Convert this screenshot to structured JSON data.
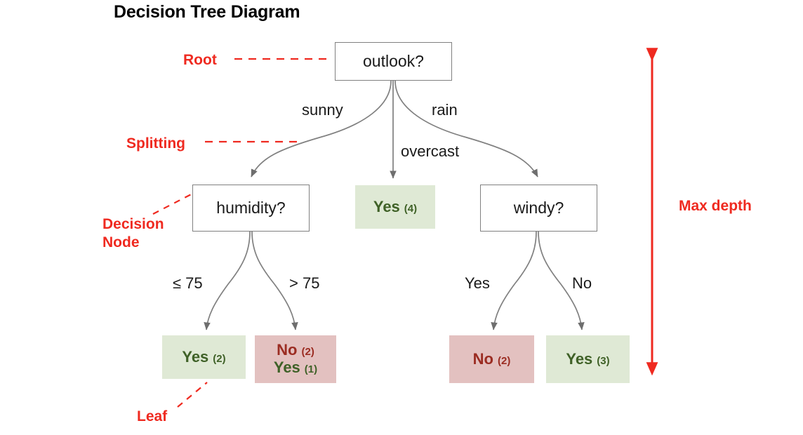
{
  "title": "Decision Tree Diagram",
  "colors": {
    "annotation_red": "#ef2a20",
    "leaf_green_bg": "#dfe9d5",
    "leaf_red_bg": "#e3c1c0",
    "yes_text": "#3f6127",
    "no_text": "#9b2c22",
    "node_border": "#808080",
    "edge_stroke": "#808080",
    "text": "#1a1a1a"
  },
  "nodes": {
    "root": {
      "label": "outlook?"
    },
    "humidity": {
      "label": "humidity?"
    },
    "windy": {
      "label": "windy?"
    }
  },
  "leaves": {
    "overcast_yes": {
      "lines": [
        {
          "cls": "Yes",
          "count": "(4)"
        }
      ]
    },
    "humidity_low": {
      "lines": [
        {
          "cls": "Yes",
          "count": "(2)"
        }
      ]
    },
    "humidity_high": {
      "lines": [
        {
          "cls": "No",
          "count": "(2)"
        },
        {
          "cls": "Yes",
          "count": "(1)"
        }
      ]
    },
    "windy_yes": {
      "lines": [
        {
          "cls": "No",
          "count": "(2)"
        }
      ]
    },
    "windy_no": {
      "lines": [
        {
          "cls": "Yes",
          "count": "(3)"
        }
      ]
    }
  },
  "edge_labels": {
    "outlook_sunny": "sunny",
    "outlook_overcast": "overcast",
    "outlook_rain": "rain",
    "humidity_le": "≤ 75",
    "humidity_gt": "> 75",
    "windy_yes": "Yes",
    "windy_no": "No"
  },
  "annotations": {
    "root": "Root",
    "splitting": "Splitting",
    "decision_node": "Decision\nNode",
    "decision_node_line1": "Decision",
    "decision_node_line2": "Node",
    "leaf": "Leaf",
    "max_depth": "Max depth"
  },
  "chart_data": {
    "type": "tree",
    "title": "Decision Tree Diagram",
    "root": "outlook?",
    "branches": [
      {
        "condition": "sunny",
        "node": "humidity?",
        "type": "decision",
        "children": [
          {
            "condition": "≤ 75",
            "type": "leaf",
            "distribution": [
              {
                "class": "Yes",
                "count": 2
              }
            ]
          },
          {
            "condition": "> 75",
            "type": "leaf",
            "distribution": [
              {
                "class": "No",
                "count": 2
              },
              {
                "class": "Yes",
                "count": 1
              }
            ]
          }
        ]
      },
      {
        "condition": "overcast",
        "type": "leaf",
        "distribution": [
          {
            "class": "Yes",
            "count": 4
          }
        ]
      },
      {
        "condition": "rain",
        "node": "windy?",
        "type": "decision",
        "children": [
          {
            "condition": "Yes",
            "type": "leaf",
            "distribution": [
              {
                "class": "No",
                "count": 2
              }
            ]
          },
          {
            "condition": "No",
            "type": "leaf",
            "distribution": [
              {
                "class": "Yes",
                "count": 3
              }
            ]
          }
        ]
      }
    ],
    "depth_levels": 3,
    "annotations": [
      "Root",
      "Splitting",
      "Decision Node",
      "Leaf",
      "Max depth"
    ]
  }
}
